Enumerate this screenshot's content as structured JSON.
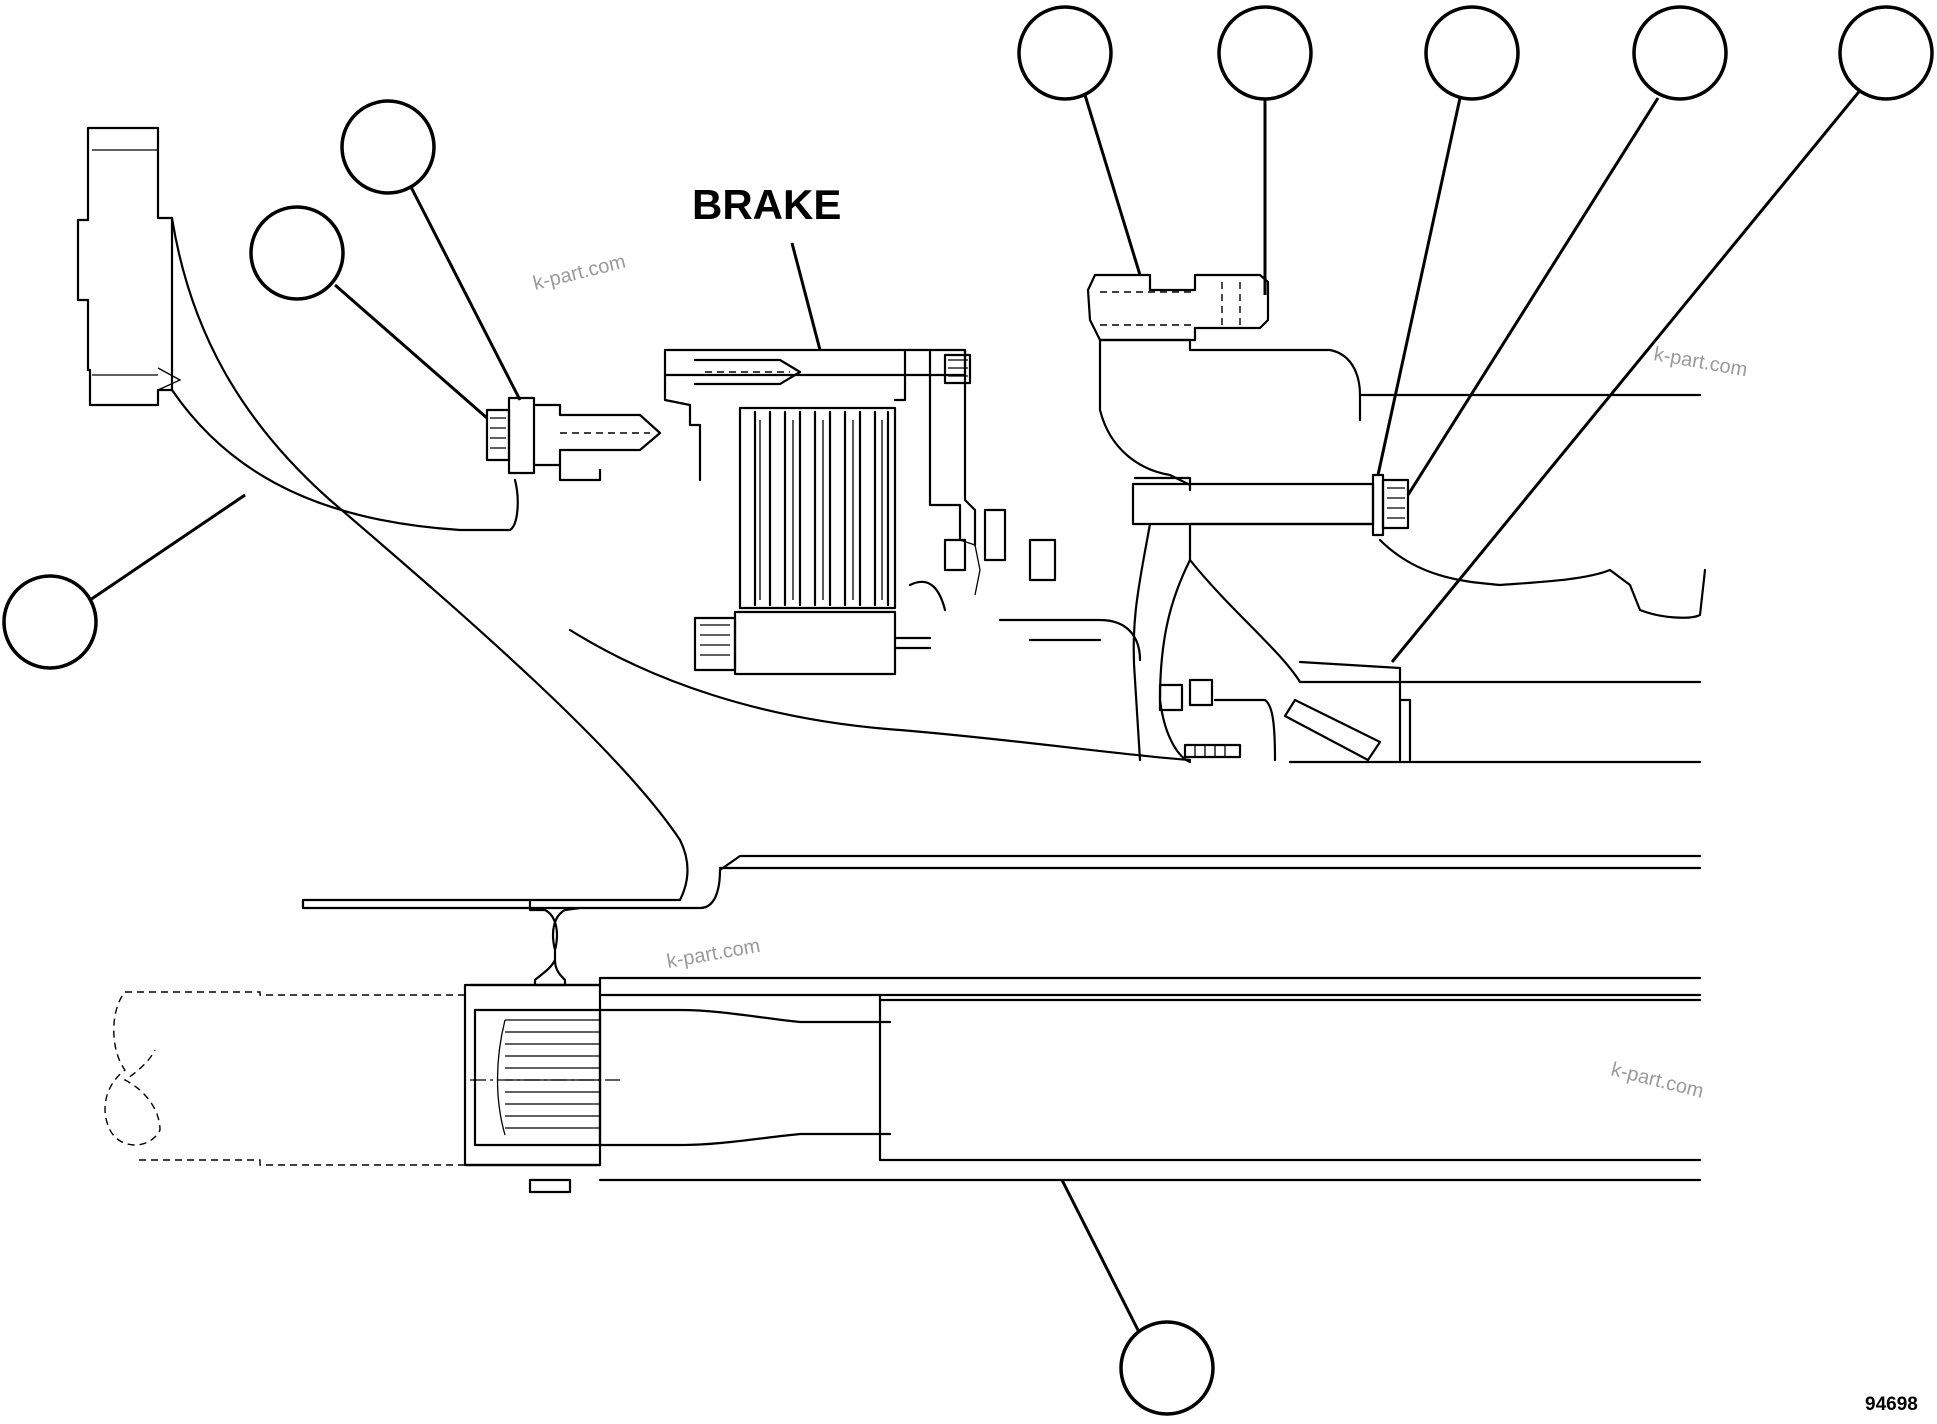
{
  "diagram": {
    "label_brake": "BRAKE",
    "figure_number": "94698",
    "watermarks": [
      "k-part.com",
      "k-part.com",
      "k-part.com",
      "k-part.com"
    ]
  }
}
